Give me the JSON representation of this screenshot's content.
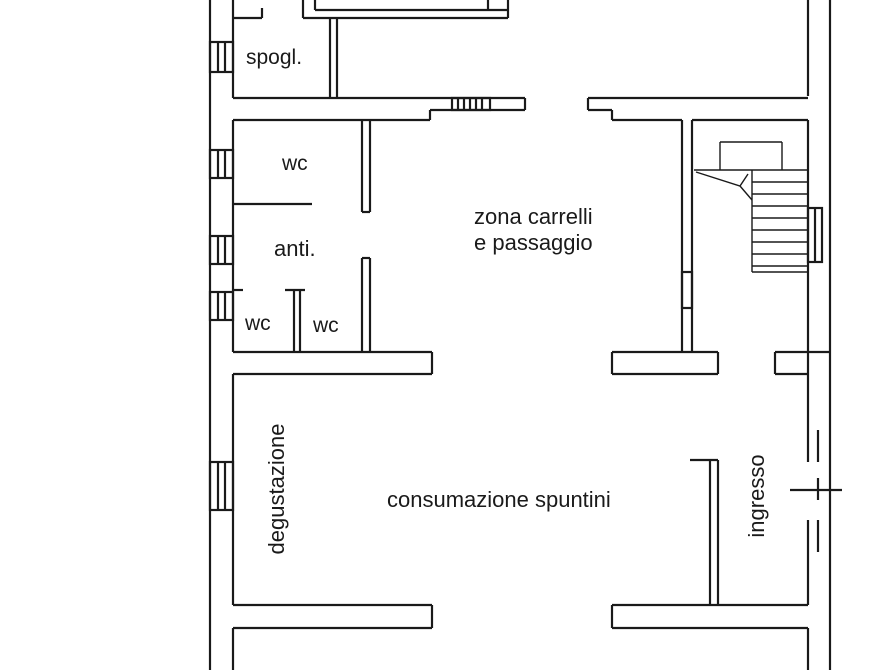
{
  "floor_plan": {
    "rooms": {
      "spogliatoio": "spogl.",
      "wc_upper": "wc",
      "antibagno": "anti.",
      "wc_lower_left": "wc",
      "wc_lower_right": "wc",
      "zona_carrelli_line1": "zona carrelli",
      "zona_carrelli_line2": "e passaggio",
      "degustazione": "degustazione",
      "consumazione": "consumazione spuntini",
      "ingresso": "ingresso"
    }
  }
}
